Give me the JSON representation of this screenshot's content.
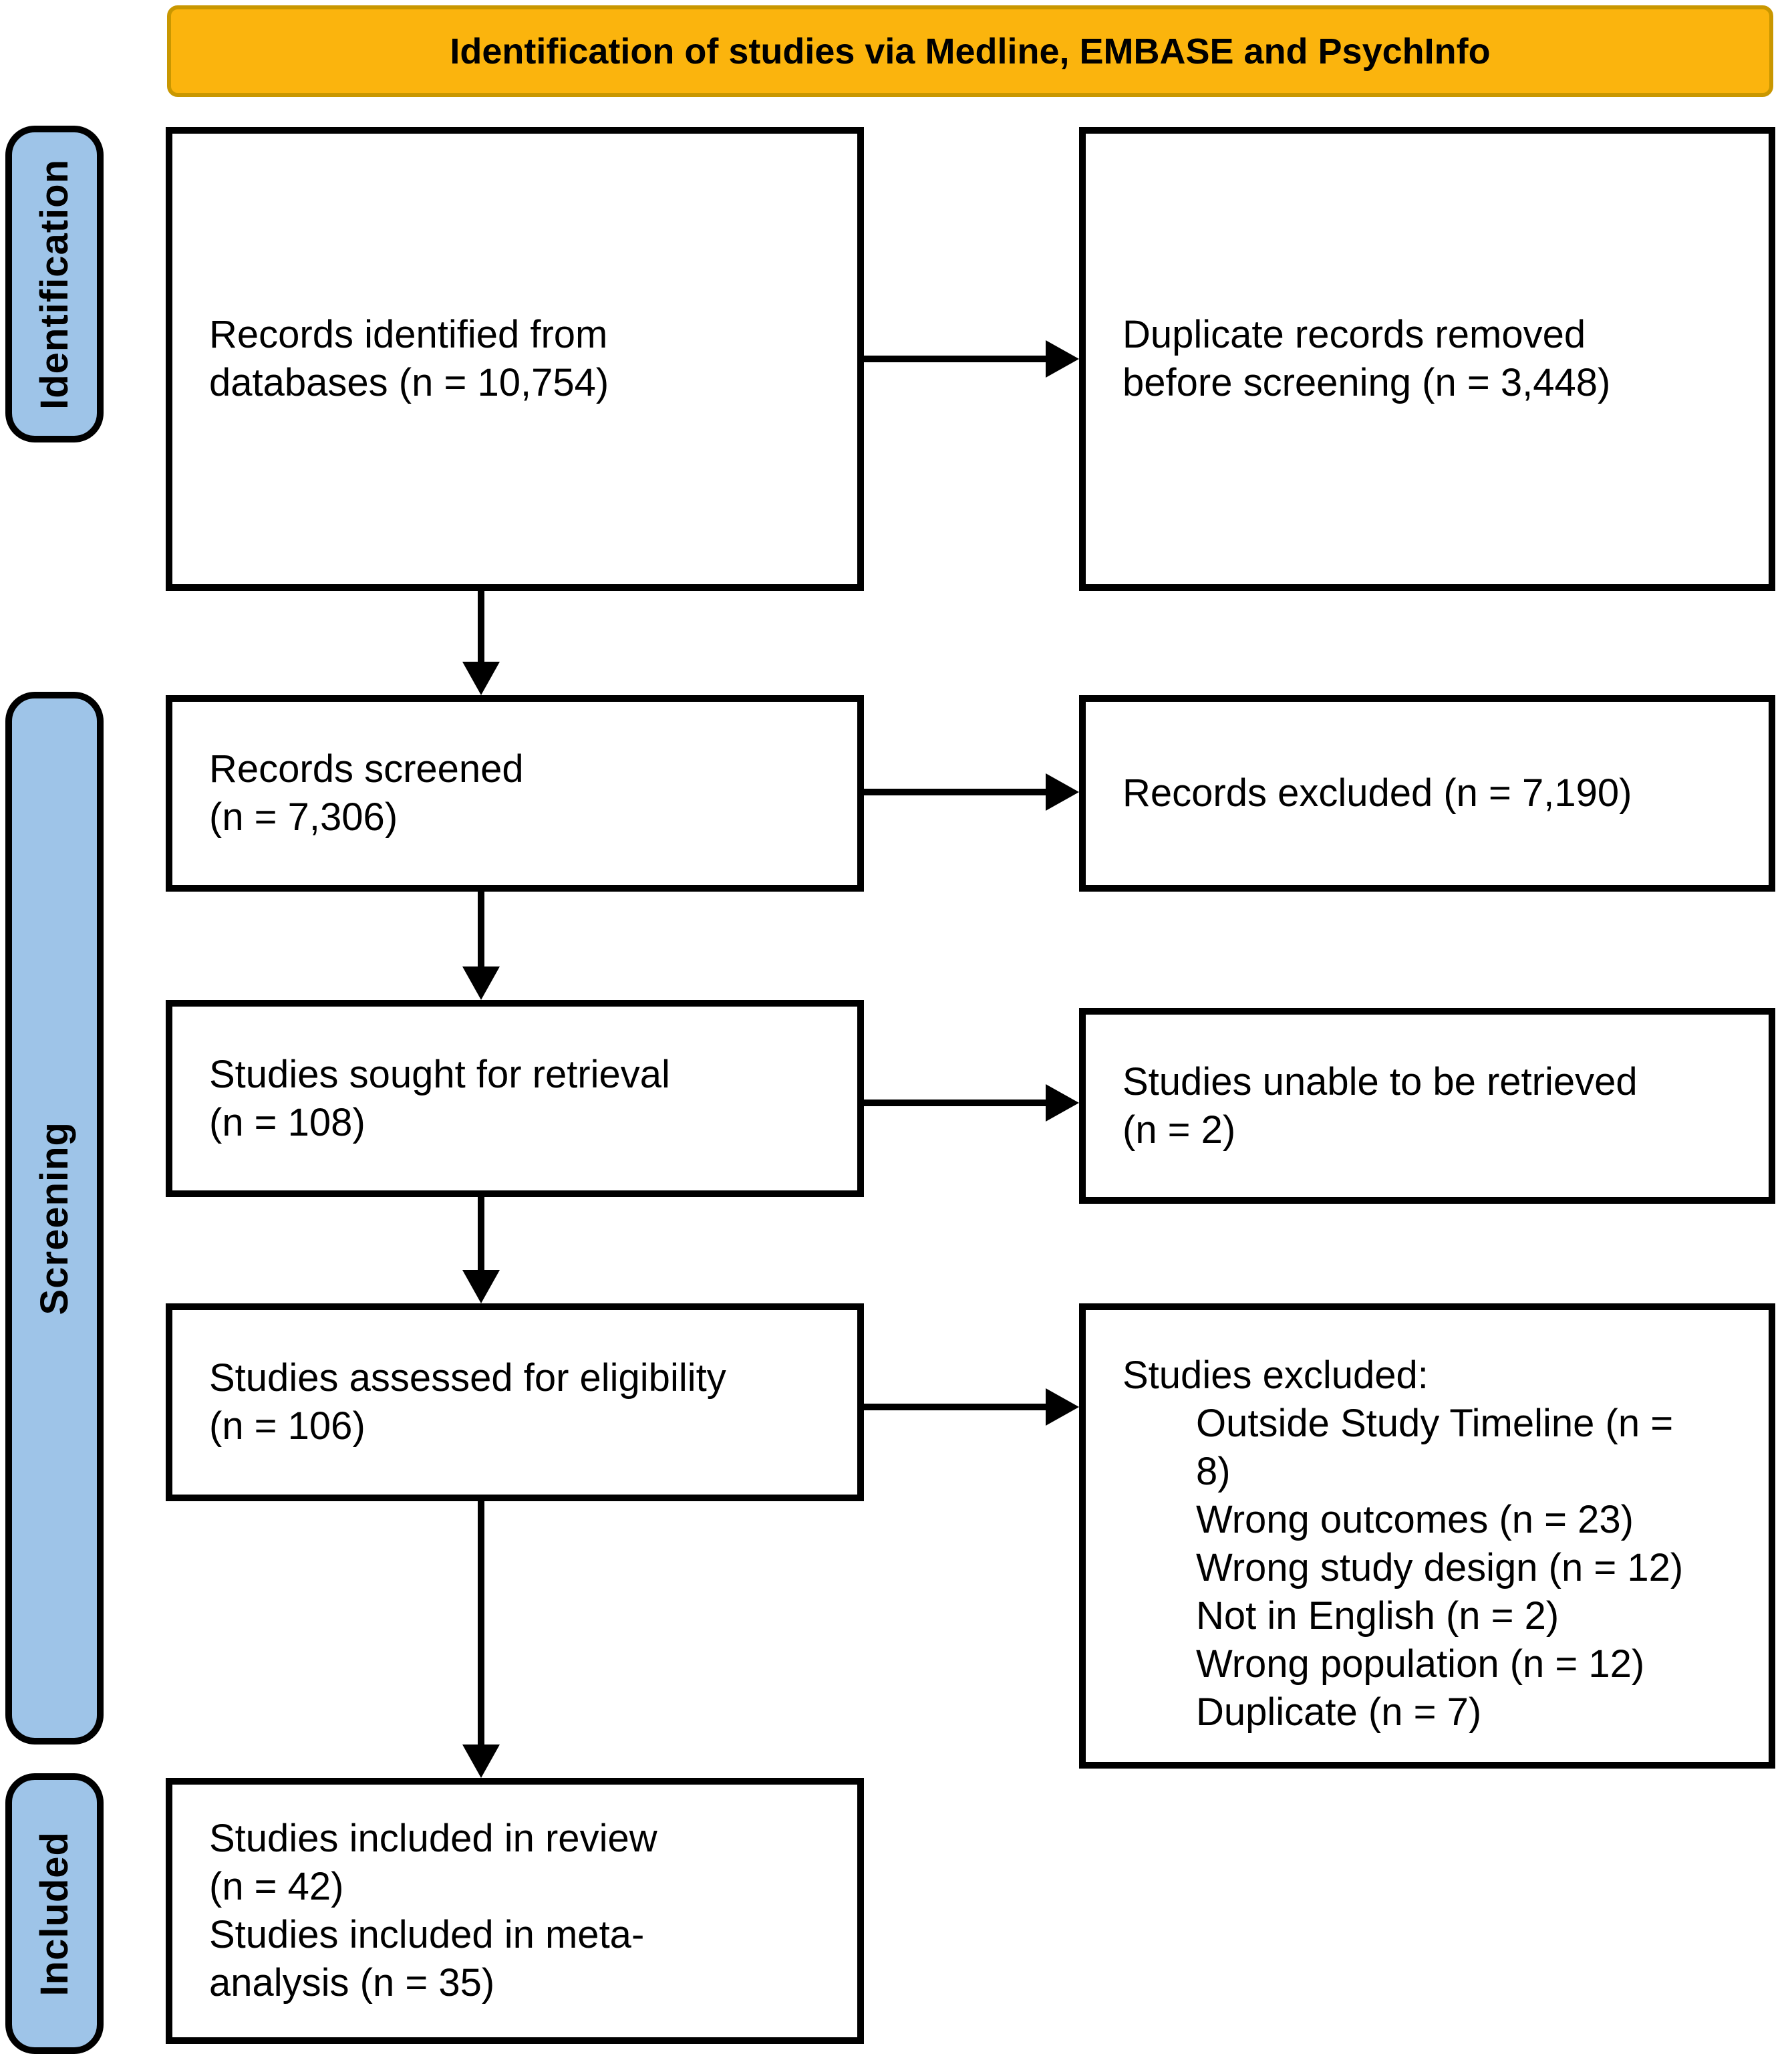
{
  "banner": {
    "title": "Identification of studies via Medline, EMBASE and PsychInfo"
  },
  "sidebar": {
    "identification": "Identification",
    "screening": "Screening",
    "included": "Included"
  },
  "boxes": {
    "records_identified": "Records identified from\ndatabases (n = 10,754)",
    "duplicates_removed": "Duplicate records removed\nbefore screening (n = 3,448)",
    "records_screened": "Records screened\n(n = 7,306)",
    "records_excluded": "Records excluded (n = 7,190)",
    "sought_retrieval": "Studies sought for retrieval\n(n = 108)",
    "unable_retrieved": "Studies unable to be retrieved\n(n = 2)",
    "assessed_eligibility": "Studies assessed for eligibility\n(n = 106)",
    "studies_excluded": {
      "header": "Studies excluded:",
      "items": [
        "Outside Study Timeline (n =\n8)",
        "Wrong outcomes (n = 23)",
        "Wrong study design (n = 12)",
        "Not in English (n = 2)",
        "Wrong population (n = 12)",
        "Duplicate (n = 7)"
      ]
    },
    "studies_included": "Studies included in review\n(n = 42)\nStudies included in meta-\nanalysis (n = 35)"
  },
  "colors": {
    "banner-bg": "#FBB40D",
    "banner-border": "#C99700",
    "stage-bg": "#9EC4E8",
    "line-color": "#000000",
    "box-bg": "#FFFFFF"
  }
}
